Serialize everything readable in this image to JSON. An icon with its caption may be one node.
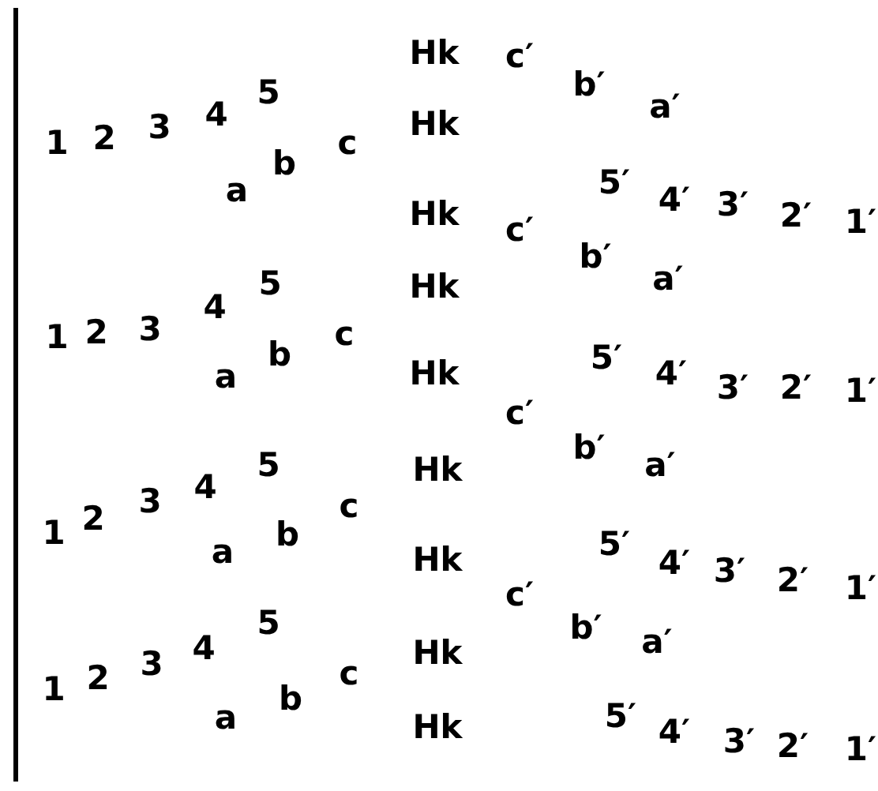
{
  "diagram": {
    "labels": [
      "Hk",
      "c′",
      "b′",
      "5",
      "a′",
      "4",
      "Hk",
      "3",
      "2",
      "1",
      "c",
      "b",
      "5′",
      "a",
      "4′",
      "3′",
      "Hk",
      "2′",
      "1′",
      "c′",
      "b′",
      "a′",
      "5",
      "Hk",
      "4",
      "3",
      "2",
      "c",
      "1",
      "b",
      "5′",
      "Hk",
      "4′",
      "a",
      "3′",
      "2′",
      "1′",
      "c′",
      "b′",
      "5",
      "a′",
      "Hk",
      "4",
      "3",
      "c",
      "2",
      "1",
      "b",
      "5′",
      "a",
      "Hk",
      "4′",
      "3′",
      "2′",
      "1′",
      "c′",
      "5",
      "b′",
      "a′",
      "4",
      "Hk",
      "3",
      "c",
      "2",
      "1",
      "b",
      "5′",
      "a",
      "Hk",
      "4′",
      "3′",
      "2′",
      "1′"
    ]
  }
}
